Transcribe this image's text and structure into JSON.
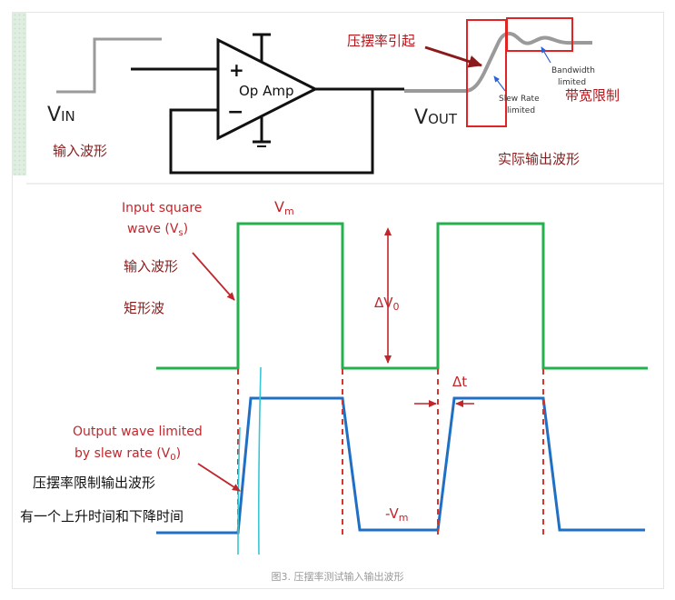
{
  "top": {
    "vin": "V",
    "vin_sub": "IN",
    "opamp": "Op Amp",
    "plus": "+",
    "minus": "−",
    "vout": "V",
    "vout_sub": "OUT",
    "input_wave_cn": "输入波形",
    "slew_cause_cn": "压摆率引起",
    "slew_rate": "Slew Rate",
    "slew_limited": "limited",
    "bandwidth": "Bandwidth",
    "bandwidth_limited": "limited",
    "bandwidth_cn": "带宽限制",
    "actual_output_cn": "实际输出波形"
  },
  "bottom": {
    "input_square_line1": "Input square",
    "input_square_line2": "wave (V",
    "input_square_sub": "s",
    "input_square_close": ")",
    "input_wave_cn": "输入波形",
    "square_wave_cn": "矩形波",
    "vm": "V",
    "vm_sub": "m",
    "delta_v": "ΔV",
    "delta_v_sub": "0",
    "delta_t": "Δt",
    "neg_vm": "-V",
    "neg_vm_sub": "m",
    "output_line1": "Output wave limited",
    "output_line2": "by slew rate (V",
    "output_sub": "0",
    "output_close": ")",
    "slew_limited_cn": "压摆率限制输出波形",
    "rise_fall_cn": "有一个上升时间和下降时间"
  },
  "caption": "图3. 压摆率测试输入输出波形",
  "colors": {
    "input_wave": "#22b14c",
    "output_wave": "#1f6fc4",
    "red": "#c0272d",
    "dark_red": "#8b1a1a",
    "gray_wave": "#9a9a9a",
    "cyan_mark": "#39c6d4"
  }
}
